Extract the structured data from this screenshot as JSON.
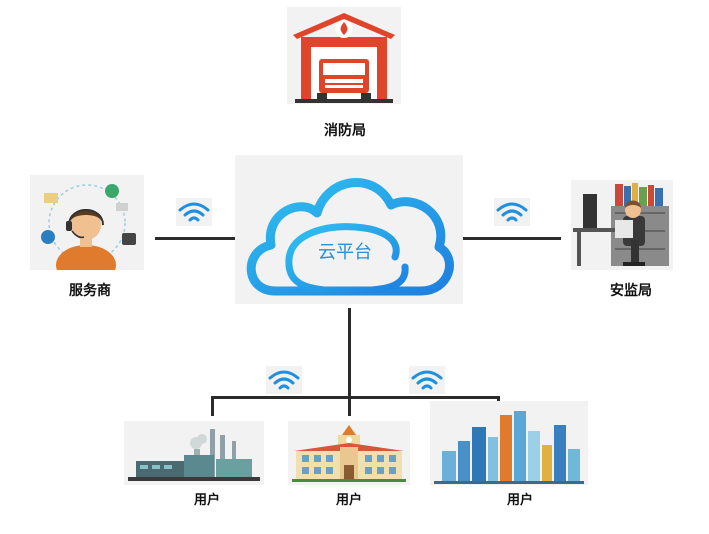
{
  "nodes": {
    "fire_department": {
      "label": "消防局"
    },
    "cloud_platform": {
      "label": "云平台"
    },
    "service_provider": {
      "label": "服务商"
    },
    "safety_bureau": {
      "label": "安监局"
    },
    "users": [
      {
        "label": "用户"
      },
      {
        "label": "用户"
      },
      {
        "label": "用户"
      }
    ]
  },
  "colors": {
    "fire_red": "#e0452b",
    "cloud_blue": "#2ea8e8",
    "wifi_blue": "#1f8fe0",
    "line_dark": "#2b2b2b",
    "tile_bg": "#f2f2f2"
  },
  "icons": [
    "fire-station-icon",
    "cloud-icon",
    "call-center-agent-icon",
    "office-worker-icon",
    "factory-icon",
    "school-building-icon",
    "city-skyline-icon",
    "wifi-icon"
  ]
}
